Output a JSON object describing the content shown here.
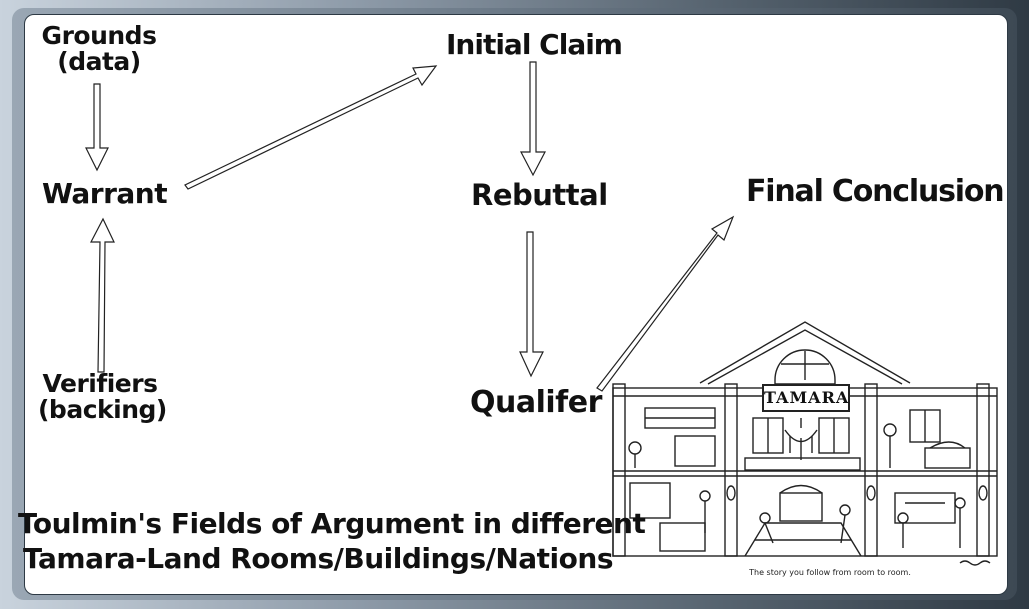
{
  "nodes": {
    "grounds": [
      "Grounds",
      "(data)"
    ],
    "warrant": "Warrant",
    "verifiers": [
      "Verifiers",
      "(backing)"
    ],
    "initial_claim": "Initial Claim",
    "rebuttal": "Rebuttal",
    "qualifier": "Qualifer",
    "final_conclusion": "Final Conclusion"
  },
  "title": {
    "line1": "Toulmin's Fields of Argument in different",
    "line2": "Tamara-Land Rooms/Buildings/Nations"
  },
  "illustration": {
    "sign": "TAMARA",
    "caption": "The story you follow from room to room."
  }
}
